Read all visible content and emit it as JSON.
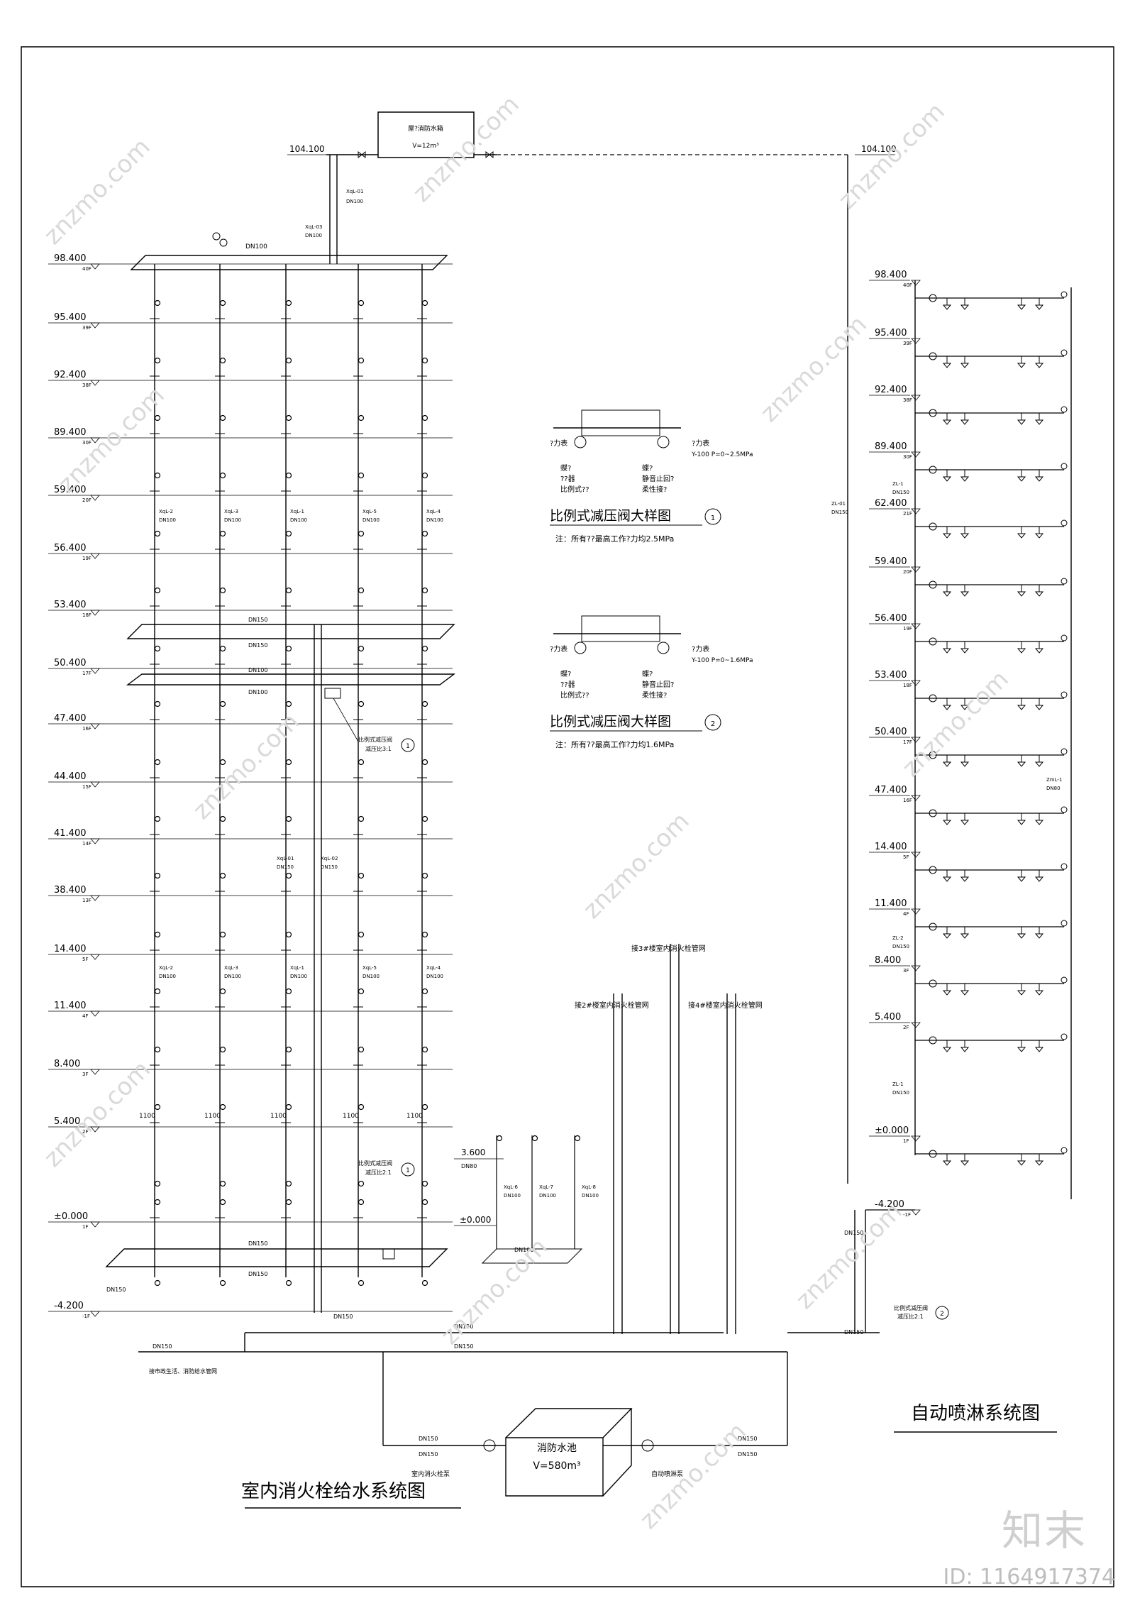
{
  "tank": {
    "title": "屋?消防水箱",
    "volume": "V=12m³"
  },
  "roof_level": "104.100",
  "hydrant_levels": [
    {
      "elev": "98.400",
      "floor": "40F"
    },
    {
      "elev": "95.400",
      "floor": "39F"
    },
    {
      "elev": "92.400",
      "floor": "38F"
    },
    {
      "elev": "89.400",
      "floor": "30F"
    },
    {
      "elev": "59.400",
      "floor": "20F"
    },
    {
      "elev": "56.400",
      "floor": "19F"
    },
    {
      "elev": "53.400",
      "floor": "18F"
    },
    {
      "elev": "50.400",
      "floor": "17F"
    },
    {
      "elev": "47.400",
      "floor": "16F"
    },
    {
      "elev": "44.400",
      "floor": "15F"
    },
    {
      "elev": "41.400",
      "floor": "14F"
    },
    {
      "elev": "38.400",
      "floor": "13F"
    },
    {
      "elev": "14.400",
      "floor": "5F"
    },
    {
      "elev": "11.400",
      "floor": "4F"
    },
    {
      "elev": "8.400",
      "floor": "3F"
    },
    {
      "elev": "5.400",
      "floor": "2F"
    },
    {
      "elev": "±0.000",
      "floor": "1F"
    },
    {
      "elev": "-4.200",
      "floor": "-1F"
    }
  ],
  "sprinkler_levels": [
    {
      "elev": "98.400",
      "floor": "40F"
    },
    {
      "elev": "95.400",
      "floor": "39F"
    },
    {
      "elev": "92.400",
      "floor": "38F"
    },
    {
      "elev": "89.400",
      "floor": "30F"
    },
    {
      "elev": "62.400",
      "floor": "21F"
    },
    {
      "elev": "59.400",
      "floor": "20F"
    },
    {
      "elev": "56.400",
      "floor": "19F"
    },
    {
      "elev": "53.400",
      "floor": "18F"
    },
    {
      "elev": "50.400",
      "floor": "17F"
    },
    {
      "elev": "47.400",
      "floor": "16F"
    },
    {
      "elev": "14.400",
      "floor": "5F"
    },
    {
      "elev": "11.400",
      "floor": "4F"
    },
    {
      "elev": "8.400",
      "floor": "3F"
    },
    {
      "elev": "5.400",
      "floor": "2F"
    },
    {
      "elev": "±0.000",
      "floor": "1F"
    },
    {
      "elev": "-4.200",
      "floor": "-1F"
    }
  ],
  "upper_risers": [
    {
      "tag": "XqL-2",
      "dn": "DN100"
    },
    {
      "tag": "XqL-3",
      "dn": "DN100"
    },
    {
      "tag": "XqL-1",
      "dn": "DN100"
    },
    {
      "tag": "XqL-5",
      "dn": "DN100"
    },
    {
      "tag": "XqL-4",
      "dn": "DN100"
    }
  ],
  "lower_risers": [
    {
      "tag": "XqL-2",
      "dn": "DN100"
    },
    {
      "tag": "XqL-3",
      "dn": "DN100"
    },
    {
      "tag": "XqL-1",
      "dn": "DN100"
    },
    {
      "tag": "XqL-5",
      "dn": "DN100"
    },
    {
      "tag": "XqL-4",
      "dn": "DN100"
    }
  ],
  "podium_risers": [
    {
      "tag": "XqL-6",
      "dn": "DN100"
    },
    {
      "tag": "XqL-7",
      "dn": "DN100"
    },
    {
      "tag": "XqL-8",
      "dn": "DN100"
    }
  ],
  "tank_risers": [
    {
      "tag": "XqL-01",
      "dn": "DN100"
    },
    {
      "tag": "XqL-03",
      "dn": "DN100"
    }
  ],
  "main_risers": [
    {
      "tag": "XqL-01",
      "dn": "DN150"
    },
    {
      "tag": "XqL-02",
      "dn": "DN150"
    }
  ],
  "pipe_labels": {
    "dn100": "DN100",
    "dn150": "DN150",
    "dn80": "DN80",
    "dim_1100": "1100",
    "podium_level": "3.600",
    "podium_zero": "±0.000"
  },
  "valve_notes": {
    "prv_upper": "比例式减压阀",
    "prv_upper_ratio": "减压比3:1",
    "prv_lower": "比例式减压阀",
    "prv_lower_ratio": "减压比2:1",
    "prv_spr": "比例式减压阀",
    "prv_spr_ratio": "减压比2:1"
  },
  "detail1": {
    "labels": [
      "?力表",
      "?力表",
      "蝶?",
      "??器",
      "比例式??",
      "蝶?",
      "静音止回?",
      "柔性接?"
    ],
    "gauge": "Y-100  P=0~2.5MPa",
    "title": "比例式减压阀大样图",
    "num": "1",
    "note": "注：所有??最高工作?力均2.5MPa"
  },
  "detail2": {
    "labels": [
      "?力表",
      "?力表",
      "蝶?",
      "??器",
      "比例式??",
      "蝶?",
      "静音止回?",
      "柔性接?"
    ],
    "gauge": "Y-100  P=0~1.6MPa",
    "title": "比例式减压阀大样图",
    "num": "2",
    "note": "注：所有??最高工作?力均1.6MPa"
  },
  "connections": {
    "bldg3": "接3#楼室内消火栓管网",
    "bldg2": "接2#楼室内消火栓管网",
    "bldg4": "接4#楼室内消火栓管网",
    "municipal": "接市政生活、消防给水管网"
  },
  "pool": {
    "title": "消防水池",
    "volume": "V=580m³"
  },
  "pumps": {
    "hydrant": "室内消火栓泵",
    "sprinkler": "自动喷淋泵"
  },
  "sprinkler_risers": [
    {
      "tag": "ZL-01",
      "dn": "DN150"
    },
    {
      "tag": "ZL-1",
      "dn": "DN150"
    },
    {
      "tag": "ZmL-1",
      "dn": "DN80"
    },
    {
      "tag": "ZL-2",
      "dn": "DN150"
    },
    {
      "tag": "ZL-1",
      "dn": "DN150"
    }
  ],
  "titles": {
    "hydrant_system": "室内消火栓给水系统图",
    "sprinkler_system": "自动喷淋系统图"
  },
  "brand": {
    "logo": "知末",
    "id": "ID: 1164917374",
    "watermark": "znzmo.com"
  }
}
